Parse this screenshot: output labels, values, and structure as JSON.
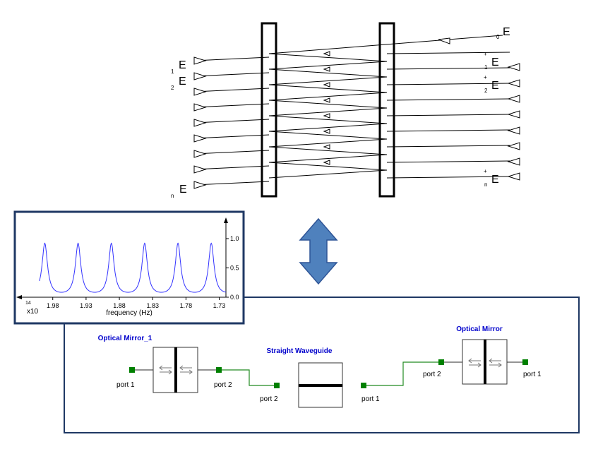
{
  "fabry_perot": {
    "e0": "E",
    "e0_sub": "0",
    "e1": "E",
    "e1_sub": "1",
    "e2": "E",
    "e2_sub": "2",
    "en": "E",
    "en_sub": "n",
    "e1p": "E",
    "e1p_sup": "+",
    "e1p_sub": "1",
    "e2p": "E",
    "e2p_sup": "+",
    "e2p_sub": "2",
    "enp": "E",
    "enp_sup": "+",
    "enp_sub": "n"
  },
  "arrow_color": "#4f81bd",
  "spectrum": {
    "chart_data": {
      "type": "line",
      "xlabel": "frequency (Hz)",
      "x_multiplier": "x10",
      "x_multiplier_exp": "14",
      "x_ticks": [
        "1.73",
        "1.78",
        "1.83",
        "1.88",
        "1.93",
        "1.98"
      ],
      "y_ticks": [
        "0.0",
        "0.5",
        "1.0"
      ],
      "ylim": [
        0,
        1.0
      ],
      "xlim": [
        1.72,
        2.02
      ],
      "series": [
        {
          "color": "#3333ff",
          "peaks": [
            1.742,
            1.792,
            1.842,
            1.892,
            1.942
          ],
          "finesse": 10
        }
      ]
    }
  },
  "circuit": {
    "mirror_left_title": "Optical Mirror",
    "mirror_left_port1": "port 1",
    "mirror_left_port2": "port 2",
    "waveguide_title": "Straight Waveguide",
    "waveguide_port1": "port 1",
    "waveguide_port2": "port 2",
    "mirror_right_title": "Optical Mirror_1",
    "mirror_right_port2": "port 2",
    "mirror_right_port1": "port 1",
    "title_color": "#0000cc",
    "port_color": "#008000",
    "wire_color": "#228b22"
  }
}
